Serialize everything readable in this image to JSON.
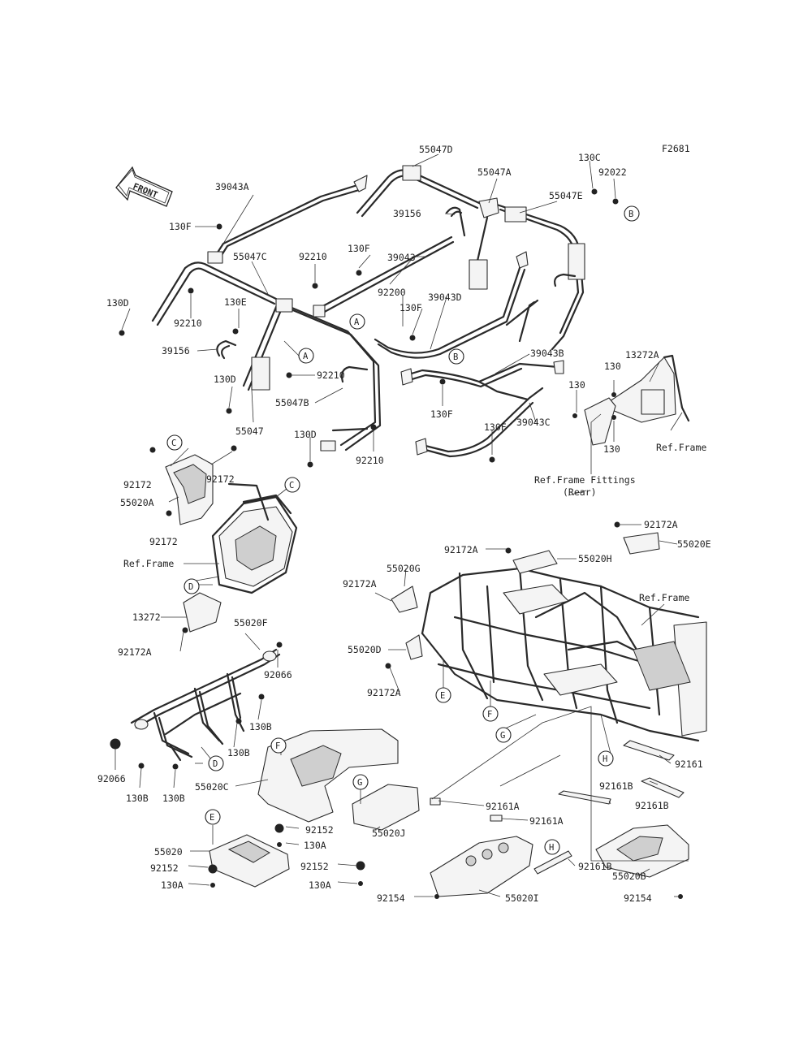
{
  "figure_code": "F2681",
  "front_arrow_text": "FRONT",
  "callouts": {
    "A": "A",
    "B": "B",
    "C": "C",
    "D": "D",
    "E": "E",
    "F": "F",
    "G": "G",
    "H": "H"
  },
  "parts": {
    "p39043A": "39043A",
    "p130F": "130F",
    "p55047C": "55047C",
    "p92210": "92210",
    "p130D": "130D",
    "p130E": "130E",
    "p39156": "39156",
    "p130": "130",
    "p55047": "55047",
    "p55047B": "55047B",
    "p55047D": "55047D",
    "p55047A": "55047A",
    "p55047E": "55047E",
    "p130C": "130C",
    "p92022": "92022",
    "p39043": "39043",
    "p92200": "92200",
    "p39043D": "39043D",
    "p39043B": "39043B",
    "p39043C": "39043C",
    "p13272A": "13272A",
    "p13272": "13272",
    "p92172": "92172",
    "p92172A": "92172A",
    "p55020A": "55020A",
    "p55020B": "55020B",
    "p55020C": "55020C",
    "p55020D": "55020D",
    "p55020E": "55020E",
    "p55020F": "55020F",
    "p55020G": "55020G",
    "p55020H": "55020H",
    "p55020I": "55020I",
    "p55020J": "55020J",
    "p55020": "55020",
    "p92066": "92066",
    "p130B": "130B",
    "p130A": "130A",
    "p92152": "92152",
    "p92154": "92154",
    "p92161": "92161",
    "p92161A": "92161A",
    "p92161B": "92161B"
  },
  "refs": {
    "ref_frame": "Ref.Frame",
    "ref_frame_fittings_1": "Ref.Frame Fittings",
    "ref_frame_fittings_2": "(Rear)"
  }
}
